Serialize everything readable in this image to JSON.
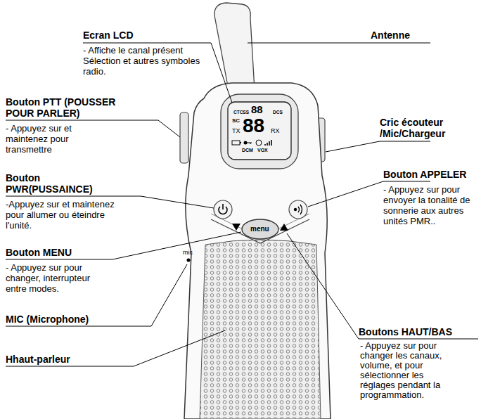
{
  "diagram": {
    "labels": [
      "Ecran LCD",
      "- Affiche le canal présent Sélection et autres symboles radio.",
      "Antenne",
      "Bouton PTT (POUSSER POUR PARLER)",
      "- Appuyez sur et maintenez pour transmettre",
      "Cric écouteur /Mic/Chargeur",
      "Bouton APPELER",
      "- Appuyez sur pour envoyer la tonalité de sonnerie aux autres unités PMR..",
      "Bouton PWR(PUSSAINCE)",
      "-Appuyez sur et maintenez pour allumer ou éteindre l'unité.",
      "Bouton MENU",
      "- Appuyez sur pour changer, interrupteur entre modes.",
      "MIC (Microphone)",
      "Hhaut-parleur",
      "Boutons HAUT/BAS",
      "- Appuyez sur pour changer les canaux, volume, et pour sélectionner les réglages pendant la programmation.",
      "CTCSS",
      "88",
      "DCS",
      "SC",
      "TX",
      "88",
      "RX",
      "DCM",
      "VOX",
      "menu",
      "mic"
    ]
  }
}
